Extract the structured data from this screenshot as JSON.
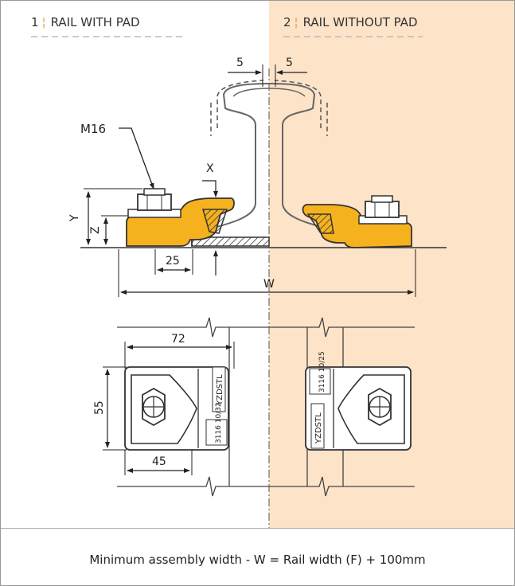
{
  "sections": {
    "left": {
      "number": "1",
      "title": "RAIL WITH PAD"
    },
    "right": {
      "number": "2",
      "title": "RAIL WITHOUT PAD"
    }
  },
  "labels": {
    "bolt": "M16",
    "dim_5_left": "5",
    "dim_5_right": "5",
    "x": "X",
    "y": "Y",
    "z": "Z",
    "dim_25": "25",
    "w": "W",
    "dim_72": "72",
    "dim_55": "55",
    "dim_45": "45",
    "stamp_brand": "YZDSTL",
    "stamp_code_left": "3116 10/32",
    "stamp_code_right": "3116 10/25"
  },
  "footer": {
    "caption": "Minimum assembly width - W = Rail width (F) + 100mm"
  },
  "colors": {
    "clip_yellow": "#f5b21e",
    "right_background": "#fde3c8",
    "dash_orange": "#e0a040"
  }
}
